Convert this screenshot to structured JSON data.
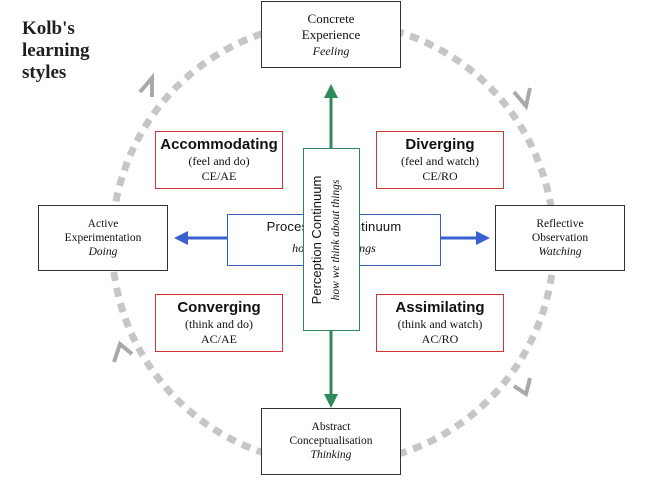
{
  "title": "Kolb's learning styles",
  "corners": {
    "top": {
      "name": "Concrete Experience",
      "verb": "Feeling"
    },
    "left": {
      "name": "Active Experimentation",
      "verb": "Doing"
    },
    "right": {
      "name": "Reflective Observation",
      "verb": "Watching"
    },
    "bottom": {
      "name": "Abstract Conceptualisation",
      "verb": "Thinking"
    }
  },
  "styles": {
    "accommodating": {
      "name": "Accommodating",
      "desc": "(feel and do)",
      "code": "CE/AE"
    },
    "diverging": {
      "name": "Diverging",
      "desc": "(feel and watch)",
      "code": "CE/RO"
    },
    "converging": {
      "name": "Converging",
      "desc": "(think and do)",
      "code": "AC/AE"
    },
    "assimilating": {
      "name": "Assimilating",
      "desc": "(think and watch)",
      "code": "AC/RO"
    }
  },
  "processing": {
    "title": "Processing Continuum",
    "subtitle": "how we do things"
  },
  "perception": {
    "title": "Perception Continuum",
    "subtitle": "how we think about things"
  },
  "colors": {
    "circle": "#c6c6c6",
    "cycle_arrows": "#a9a9a9",
    "processing_arrow": "#3a5fd0",
    "perception_arrow": "#2e8a5a",
    "style_border": "#d8323a"
  }
}
